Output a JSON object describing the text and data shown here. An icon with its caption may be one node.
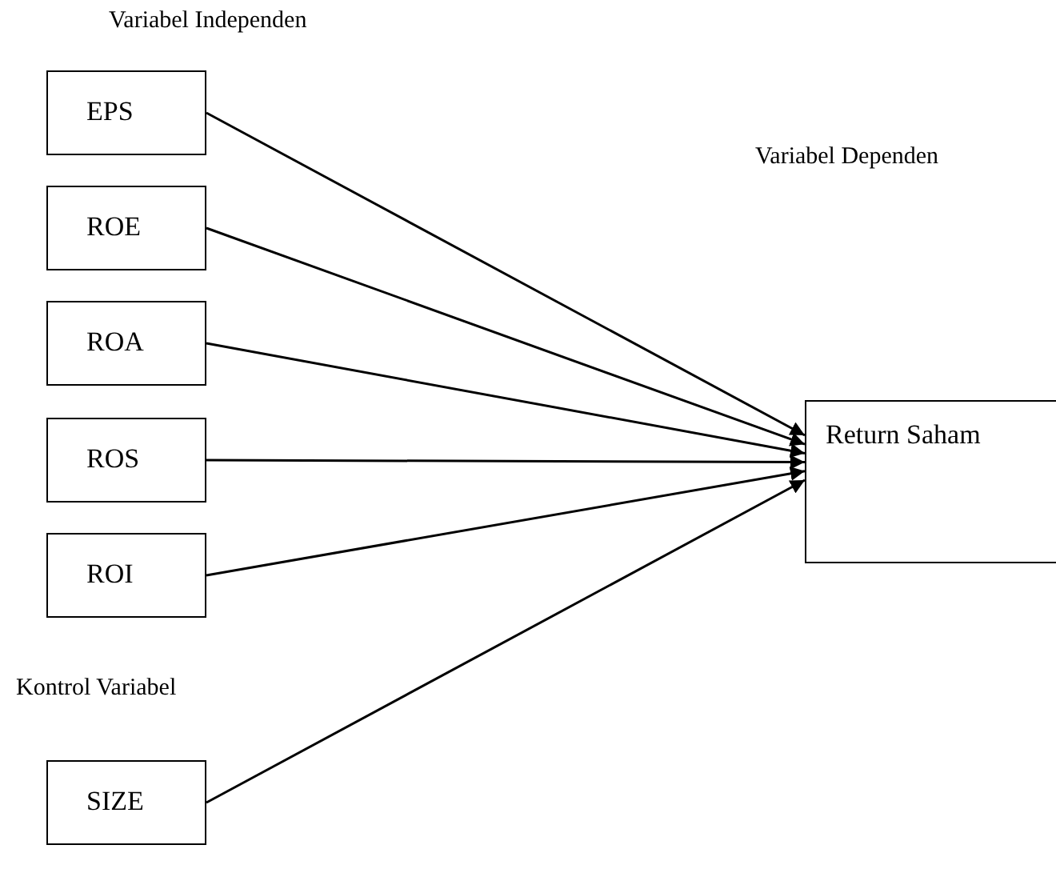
{
  "diagram": {
    "nodes": [
      {
        "text": [
          "EPS"
        ]
      },
      {
        "text": [
          "ROE"
        ]
      },
      {
        "text": [
          "ROA"
        ]
      },
      {
        "text": [
          "ROS"
        ]
      },
      {
        "text": [
          "ROI"
        ]
      },
      {
        "text": [
          "SIZE"
        ]
      },
      {
        "text": [
          "Return Saham"
        ]
      }
    ],
    "edges": [
      {
        "from": 0,
        "to": 6,
        "arrow": "to"
      },
      {
        "from": 1,
        "to": 6,
        "arrow": "to"
      },
      {
        "from": 2,
        "to": 6,
        "arrow": "to"
      },
      {
        "from": 3,
        "to": 6,
        "arrow": "to"
      },
      {
        "from": 4,
        "to": 6,
        "arrow": "to"
      },
      {
        "from": 5,
        "to": 6,
        "arrow": "to"
      }
    ],
    "labels": [
      "Variabel Independen",
      "Variabel Dependen",
      "Kontrol Variabel"
    ]
  }
}
